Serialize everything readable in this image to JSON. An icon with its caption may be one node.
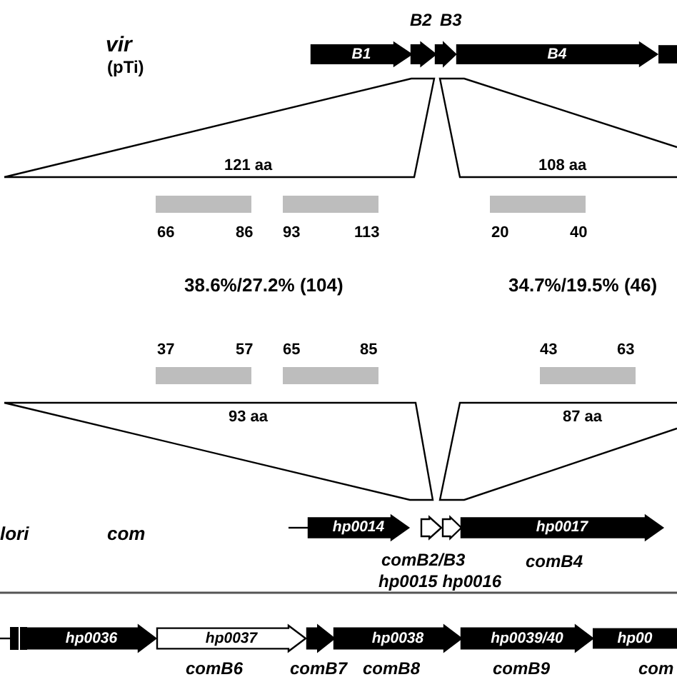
{
  "diagram": {
    "nodes": [
      {
        "text": [
          "B1"
        ]
      },
      {
        "text": [],
        "shape": "arrow",
        "beside": [
          "B2"
        ]
      },
      {
        "text": [],
        "shape": "arrow",
        "beside": [
          "B3"
        ]
      },
      {
        "text": [
          "B4"
        ]
      },
      {
        "text": [],
        "shape": "arrow"
      },
      {
        "text": [
          "hp0014"
        ]
      },
      {
        "text": [],
        "shape": "arrow"
      },
      {
        "text": [],
        "shape": "arrow"
      },
      {
        "text": [
          "hp0017"
        ],
        "beside": [
          "comB4"
        ]
      },
      {
        "text": [],
        "shape": "bar"
      },
      {
        "text": [],
        "shape": "bar"
      },
      {
        "text": [
          "hp0036"
        ]
      },
      {
        "text": [
          "hp0037"
        ],
        "beside": [
          "comB6"
        ]
      },
      {
        "text": [],
        "shape": "arrow",
        "beside": [
          "comB7"
        ]
      },
      {
        "text": [
          "hp0038"
        ],
        "beside": [
          "comB8"
        ]
      },
      {
        "text": [
          "hp0039/40"
        ],
        "beside": [
          "comB9"
        ]
      },
      {
        "text": [
          "hp00"
        ],
        "beside": [
          "com"
        ]
      }
    ],
    "labels": [
      "vir",
      "(pTi)",
      "121 aa",
      "108 aa",
      "66",
      "86",
      "93",
      "113",
      "20",
      "40",
      "38.6%/27.2% (104)",
      "34.7%/19.5% (46)",
      "37",
      "57",
      "65",
      "85",
      "43",
      "63",
      "93 aa",
      "87 aa",
      "lori",
      "com",
      "comB2/B3",
      "hp0015 hp0016"
    ]
  }
}
